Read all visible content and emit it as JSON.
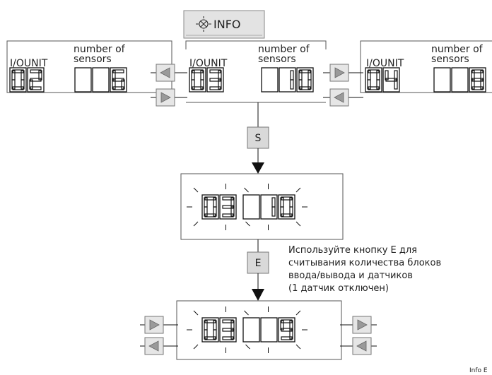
{
  "info_button": {
    "label": "INFO"
  },
  "panels": {
    "left": {
      "unit_label": "I/OUNIT",
      "sensors_label_line1": "number of",
      "sensors_label_line2": "sensors",
      "unit_digits": [
        "0",
        "2"
      ],
      "sensor_digits": [
        "",
        "",
        "6"
      ]
    },
    "center": {
      "unit_label": "I/OUNIT",
      "sensors_label_line1": "number of",
      "sensors_label_line2": "sensors",
      "unit_digits": [
        "0",
        "3"
      ],
      "sensor_digits": [
        "",
        "1",
        "0"
      ]
    },
    "right": {
      "unit_label": "I/OUNIT",
      "sensors_label_line1": "number of",
      "sensors_label_line2": "sensors",
      "unit_digits": [
        "0",
        "4"
      ],
      "sensor_digits": [
        "",
        "",
        "8"
      ]
    }
  },
  "s_key": {
    "label": "S"
  },
  "e_key": {
    "label": "E"
  },
  "mid_display": {
    "digits": [
      "0",
      "3",
      "",
      "1",
      "0"
    ]
  },
  "bottom_display": {
    "digits": [
      "0",
      "3",
      "",
      "",
      "9"
    ]
  },
  "note": {
    "line1": "Используйте кнопку Е для",
    "line2": "считывания количества блоков",
    "line3": "ввода/вывода и датчиков",
    "line4": "(1 датчик отключен)"
  },
  "corner_label": "Info E",
  "icons": {
    "arrow_left": "arrow-left-icon",
    "arrow_right": "arrow-right-icon",
    "info": "blink-light-icon",
    "flow": "arrow-down-icon"
  },
  "colors": {
    "key_fill": "#d9d9d9",
    "arrow_fill": "#9a9a9a",
    "line": "#111111",
    "panel_border": "#555555"
  }
}
